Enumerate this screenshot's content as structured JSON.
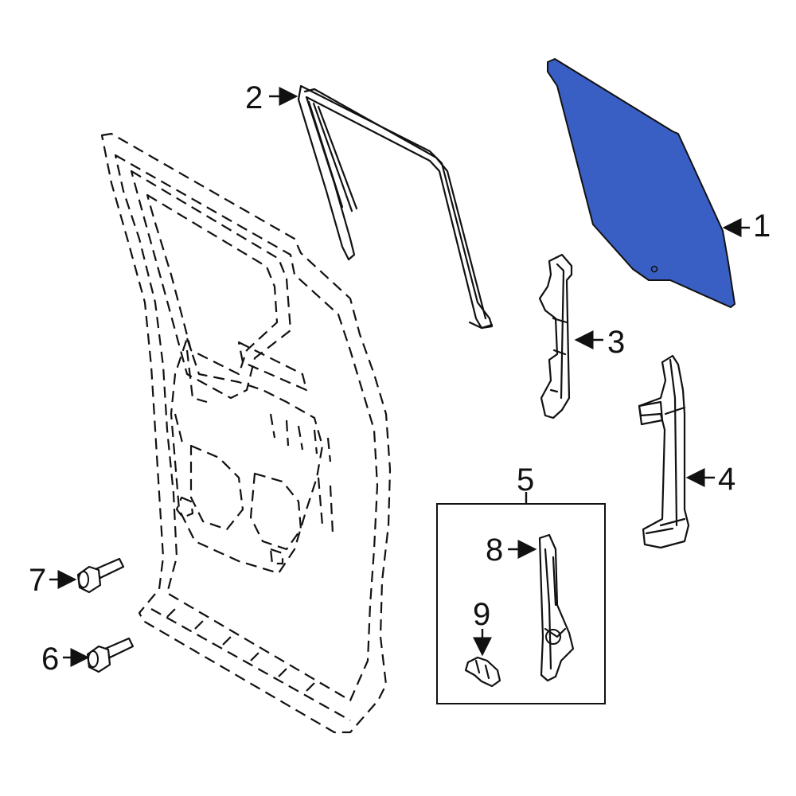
{
  "callouts": {
    "c1": "1",
    "c2": "2",
    "c3": "3",
    "c4": "4",
    "c5": "5",
    "c6": "6",
    "c7": "7",
    "c8": "8",
    "c9": "9"
  },
  "colors": {
    "highlight_part": "#3a5fc4",
    "line": "#111111",
    "background": "#ffffff"
  },
  "highlighted_part": "1"
}
